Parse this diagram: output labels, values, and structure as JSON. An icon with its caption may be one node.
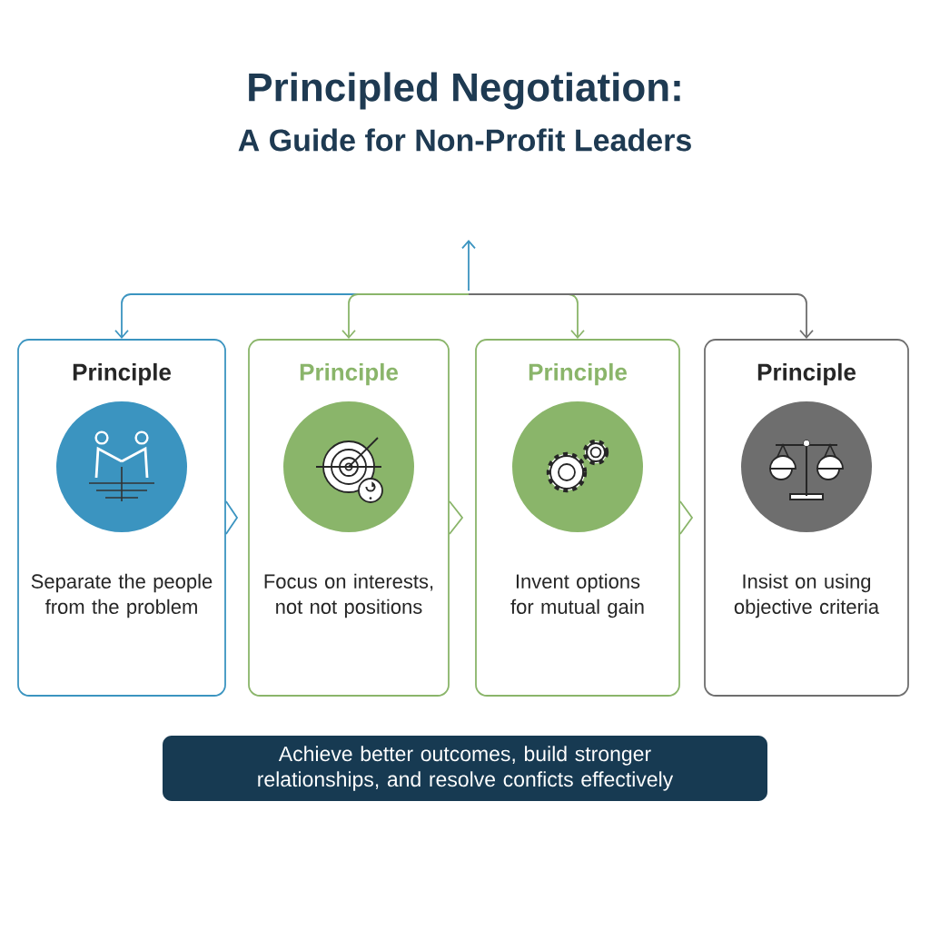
{
  "diagram": {
    "title": "Principled Negotiation:",
    "nodes": [
      {
        "text": [
          "Principle",
          "Separate the people from the problem"
        ]
      },
      {
        "text": [
          "Principle",
          "Focus on interests, not not positions"
        ]
      },
      {
        "text": [
          "Principle",
          "Invent options for mutual gain"
        ]
      },
      {
        "text": [
          "Principle",
          "Insist on using objective criteria"
        ]
      },
      {
        "text": [
          "Achieve better outcomes, build stronger relationships, and resolve conficts effectively"
        ]
      }
    ],
    "edges": [
      {
        "from": null,
        "to": 0,
        "arrow": "to",
        "color": "#3b94c0"
      },
      {
        "from": null,
        "to": 1,
        "arrow": "to",
        "color": "#8ab56a"
      },
      {
        "from": null,
        "to": 2,
        "arrow": "to",
        "color": "#8ab56a"
      },
      {
        "from": null,
        "to": 3,
        "arrow": "to",
        "color": "#6e6e6e"
      },
      {
        "from": 0,
        "to": 1,
        "arrow": "to",
        "color": "#3b94c0"
      },
      {
        "from": 1,
        "to": 2,
        "arrow": "to",
        "color": "#8ab56a"
      },
      {
        "from": 2,
        "to": 3,
        "arrow": "to",
        "color": "#8ab56a"
      }
    ],
    "labels": [
      "A Guide for Non-Profit Leaders"
    ]
  }
}
